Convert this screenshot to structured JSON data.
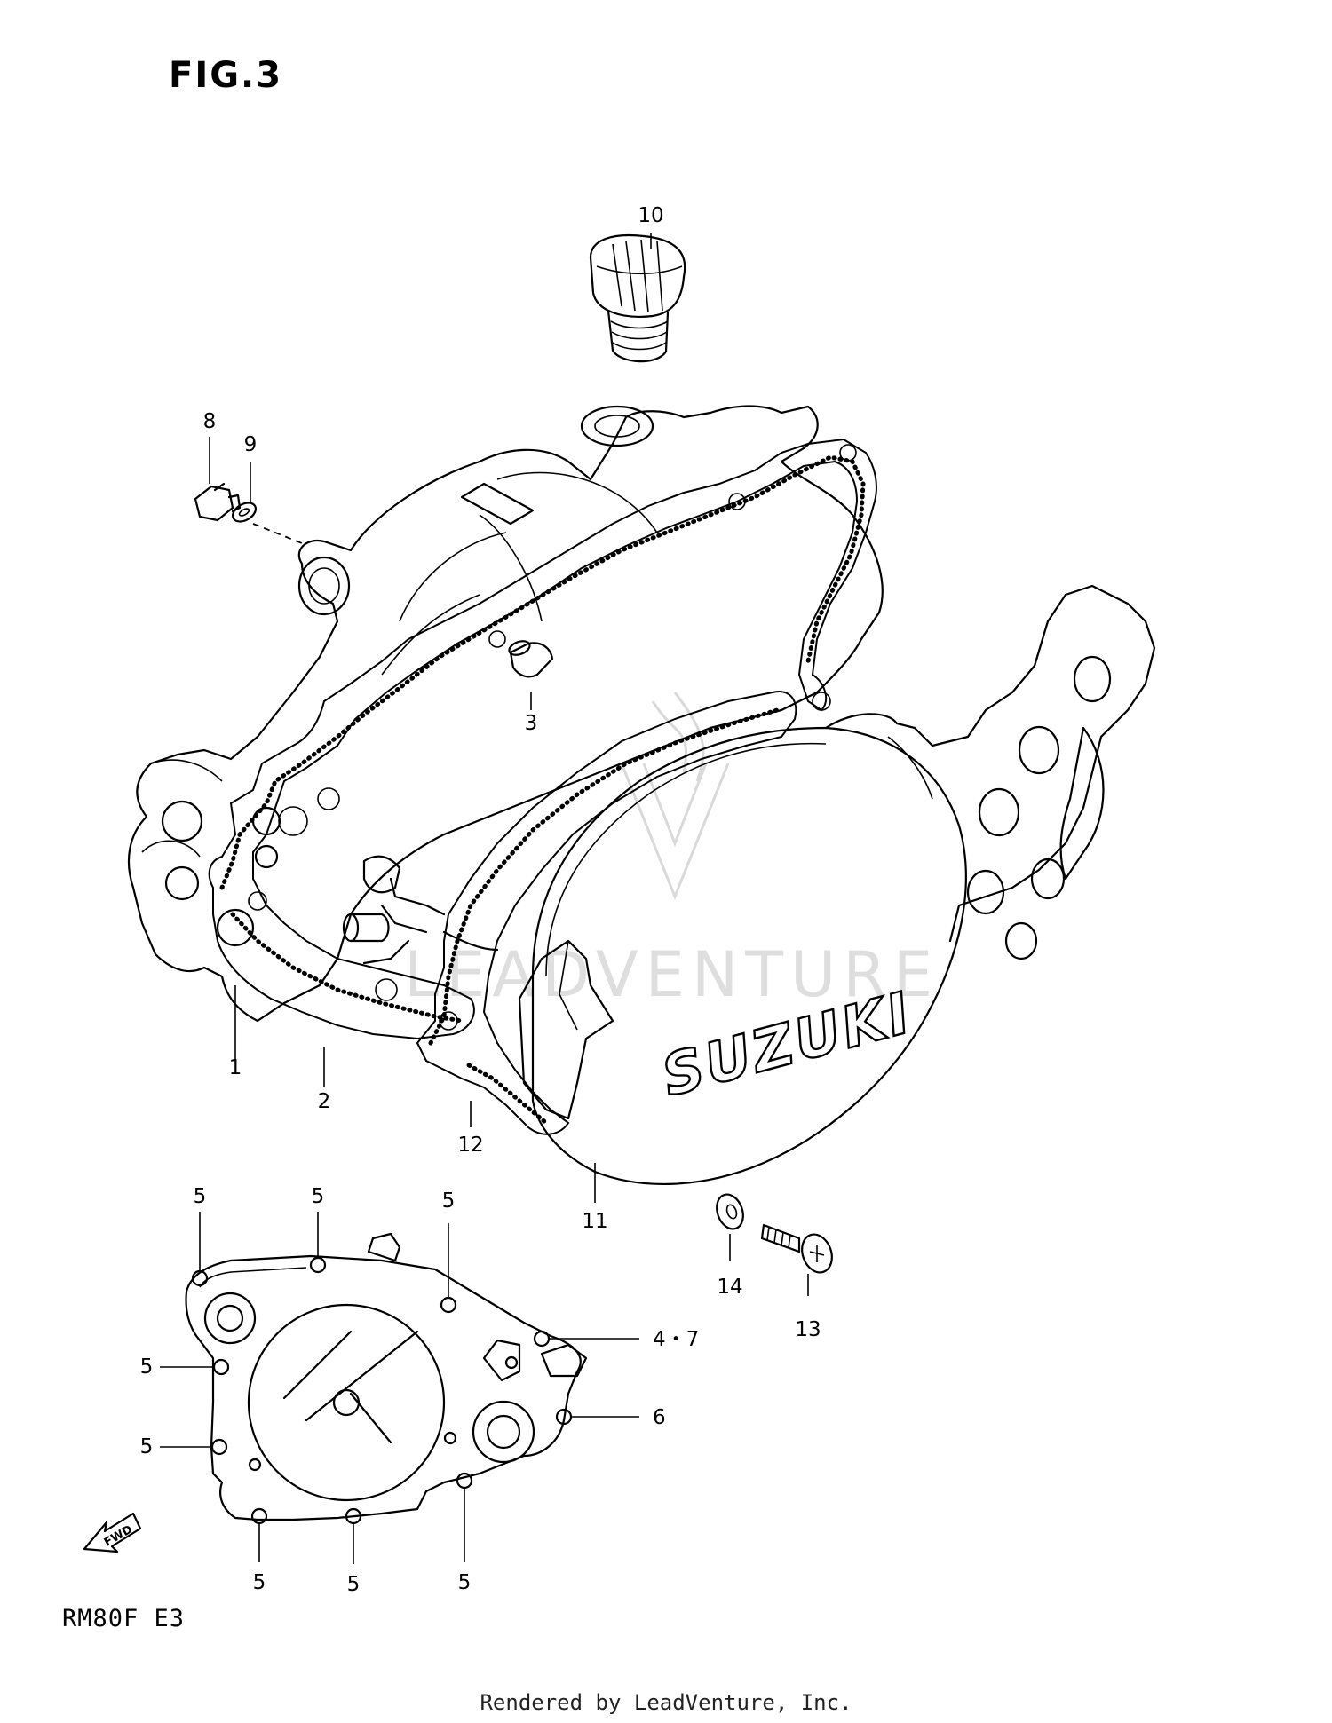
{
  "figure_title": "FIG.3",
  "model_code": "RM80F  E3",
  "footer_text": "Rendered by LeadVenture, Inc.",
  "cover_logo_text": "SUZUKI",
  "watermark_text": "LEADVENTURE",
  "fwd_arrow_text": "FWD",
  "callouts": {
    "c1": "1",
    "c2": "2",
    "c3": "3",
    "c4_7": "4・7",
    "c5_a": "5",
    "c5_b": "5",
    "c5_c": "5",
    "c5_d": "5",
    "c5_e": "5",
    "c5_f": "5",
    "c5_g": "5",
    "c5_h": "5",
    "c6": "6",
    "c8": "8",
    "c9": "9",
    "c10": "10",
    "c11": "11",
    "c12": "12",
    "c13": "13",
    "c14": "14"
  }
}
